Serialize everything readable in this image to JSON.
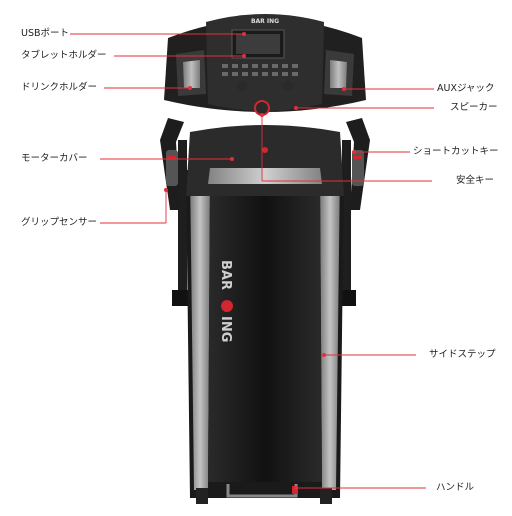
{
  "brand": {
    "console_logo": "BAR  ING",
    "deck_logo_left": "BAR",
    "deck_logo_right": "ING"
  },
  "labels": {
    "usb_port": "USBポート",
    "tablet_holder": "タブレットホルダー",
    "drink_holder": "ドリンクホルダー",
    "motor_cover": "モーターカバー",
    "grip_sensor": "グリップセンサー",
    "aux_jack": "AUXジャック",
    "speaker": "スピーカー",
    "shortcut_key": "ショートカットキー",
    "safety_key": "安全キー",
    "side_step": "サイドステップ",
    "handle": "ハンドル"
  },
  "colors": {
    "leader_line": "#e0303a",
    "frame": "#1b1b1b",
    "belt": "#141414",
    "accent_red": "#d3262e",
    "silver": "#b9b9b9"
  }
}
